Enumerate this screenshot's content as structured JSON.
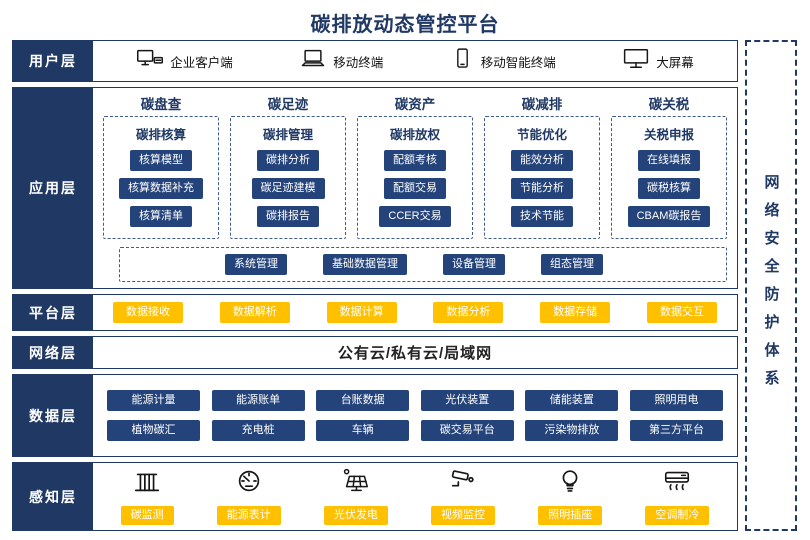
{
  "title": "碳排放动态管控平台",
  "security_title": "网络安全防护体系",
  "colors": {
    "navy": "#1f3864",
    "button_navy": "#24437a",
    "yellow": "#ffc000"
  },
  "layers": {
    "user": {
      "label": "用户层",
      "items": [
        {
          "icon": "desktop-icon",
          "label": "企业客户端"
        },
        {
          "icon": "laptop-icon",
          "label": "移动终端"
        },
        {
          "icon": "tablet-icon",
          "label": "移动智能终端"
        },
        {
          "icon": "monitor-icon",
          "label": "大屏幕"
        }
      ]
    },
    "application": {
      "label": "应用层",
      "columns": [
        {
          "header": "碳盘查",
          "subheader": "碳排核算",
          "buttons": [
            "核算模型",
            "核算数据补充",
            "核算清单"
          ]
        },
        {
          "header": "碳足迹",
          "subheader": "碳排管理",
          "buttons": [
            "碳排分析",
            "碳足迹建模",
            "碳排报告"
          ]
        },
        {
          "header": "碳资产",
          "subheader": "碳排放权",
          "buttons": [
            "配额考核",
            "配额交易",
            "CCER交易"
          ]
        },
        {
          "header": "碳减排",
          "subheader": "节能优化",
          "buttons": [
            "能效分析",
            "节能分析",
            "技术节能"
          ]
        },
        {
          "header": "碳关税",
          "subheader": "关税申报",
          "buttons": [
            "在线填报",
            "碳税核算",
            "CBAM碳报告"
          ]
        }
      ],
      "management": [
        "系统管理",
        "基础数据管理",
        "设备管理",
        "组态管理"
      ]
    },
    "platform": {
      "label": "平台层",
      "buttons": [
        "数据接收",
        "数据解析",
        "数据计算",
        "数据分析",
        "数据存储",
        "数据交互"
      ]
    },
    "network": {
      "label": "网络层",
      "text": "公有云/私有云/局域网"
    },
    "data": {
      "label": "数据层",
      "rows": [
        [
          "能源计量",
          "能源账单",
          "台账数据",
          "光伏装置",
          "储能装置",
          "照明用电"
        ],
        [
          "植物碳汇",
          "充电桩",
          "车辆",
          "碳交易平台",
          "污染物排放",
          "第三方平台"
        ]
      ]
    },
    "perception": {
      "label": "感知层",
      "items": [
        {
          "icon": "factory-icon",
          "label": "碳监测"
        },
        {
          "icon": "meter-icon",
          "label": "能源表计"
        },
        {
          "icon": "solar-panel-icon",
          "label": "光伏发电"
        },
        {
          "icon": "camera-icon",
          "label": "视频监控"
        },
        {
          "icon": "bulb-icon",
          "label": "照明插座"
        },
        {
          "icon": "ac-icon",
          "label": "空调制冷"
        }
      ]
    }
  }
}
